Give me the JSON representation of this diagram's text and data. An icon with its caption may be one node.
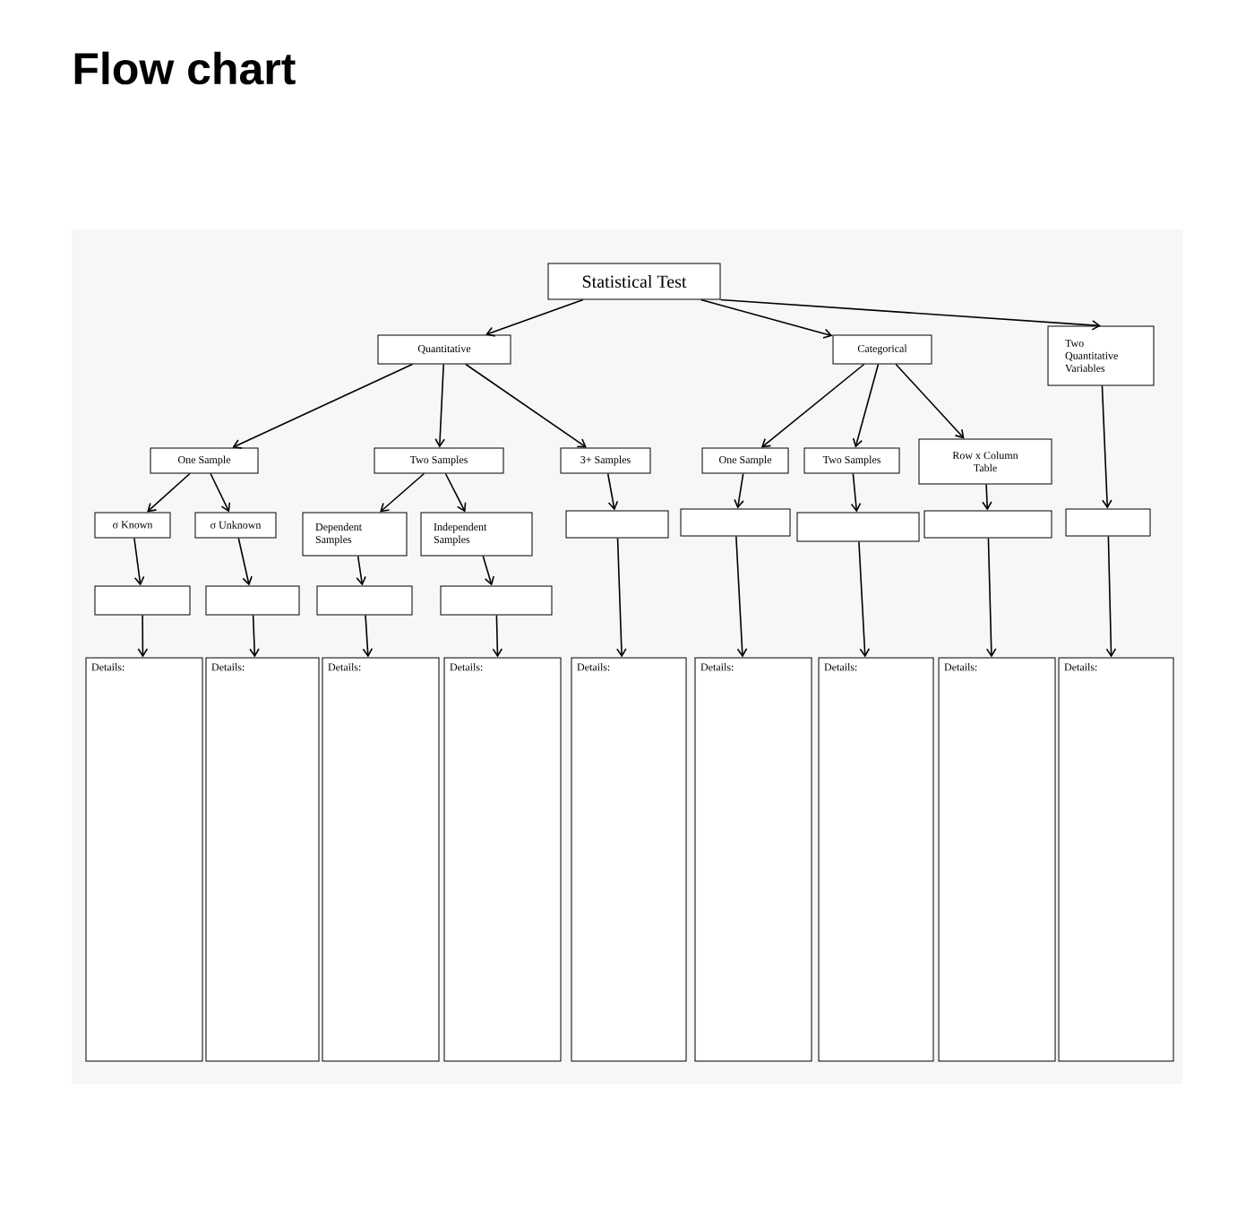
{
  "diagram": {
    "title": "Flow chart",
    "nodes": [
      {
        "text": [
          "Statistical Test"
        ]
      },
      {
        "text": [
          "Quantitative"
        ]
      },
      {
        "text": [
          "Categorical"
        ]
      },
      {
        "text": [
          "Two Quantitative Variables"
        ]
      },
      {
        "text": [
          "One Sample"
        ]
      },
      {
        "text": [
          "Two Samples"
        ]
      },
      {
        "text": [
          "3+ Samples"
        ]
      },
      {
        "text": [
          "One Sample"
        ]
      },
      {
        "text": [
          "Two Samples"
        ]
      },
      {
        "text": [
          "Row x Column Table"
        ]
      },
      {
        "text": [
          "σ Known"
        ]
      },
      {
        "text": [
          "σ Unknown"
        ]
      },
      {
        "text": [
          "Dependent Samples"
        ]
      },
      {
        "text": [
          "Independent Samples"
        ]
      },
      {
        "text": [],
        "shape": "box"
      },
      {
        "text": [],
        "shape": "box"
      },
      {
        "text": [],
        "shape": "box"
      },
      {
        "text": [],
        "shape": "box"
      },
      {
        "text": [],
        "shape": "box"
      },
      {
        "text": [],
        "shape": "box"
      },
      {
        "text": [],
        "shape": "box"
      },
      {
        "text": [],
        "shape": "box"
      },
      {
        "text": [],
        "shape": "box"
      },
      {
        "text": [
          "Details:"
        ]
      },
      {
        "text": [
          "Details:"
        ]
      },
      {
        "text": [
          "Details:"
        ]
      },
      {
        "text": [
          "Details:"
        ]
      },
      {
        "text": [
          "Details:"
        ]
      },
      {
        "text": [
          "Details:"
        ]
      },
      {
        "text": [
          "Details:"
        ]
      },
      {
        "text": [
          "Details:"
        ]
      },
      {
        "text": [
          "Details:"
        ]
      }
    ],
    "edges": [
      {
        "from": 0,
        "to": 1,
        "arrow": "to"
      },
      {
        "from": 0,
        "to": 2,
        "arrow": "to"
      },
      {
        "from": 0,
        "to": 3,
        "arrow": "to"
      },
      {
        "from": 1,
        "to": 4,
        "arrow": "to"
      },
      {
        "from": 1,
        "to": 5,
        "arrow": "to"
      },
      {
        "from": 1,
        "to": 6,
        "arrow": "to"
      },
      {
        "from": 2,
        "to": 7,
        "arrow": "to"
      },
      {
        "from": 2,
        "to": 8,
        "arrow": "to"
      },
      {
        "from": 2,
        "to": 9,
        "arrow": "to"
      },
      {
        "from": 4,
        "to": 10,
        "arrow": "to"
      },
      {
        "from": 4,
        "to": 11,
        "arrow": "to"
      },
      {
        "from": 5,
        "to": 12,
        "arrow": "to"
      },
      {
        "from": 5,
        "to": 13,
        "arrow": "to"
      },
      {
        "from": 6,
        "to": 14,
        "arrow": "to"
      },
      {
        "from": 7,
        "to": 15,
        "arrow": "to"
      },
      {
        "from": 8,
        "to": 16,
        "arrow": "to"
      },
      {
        "from": 9,
        "to": 17,
        "arrow": "to"
      },
      {
        "from": 3,
        "to": 18,
        "arrow": "to"
      },
      {
        "from": 10,
        "to": 19,
        "arrow": "to"
      },
      {
        "from": 11,
        "to": 20,
        "arrow": "to"
      },
      {
        "from": 12,
        "to": 21,
        "arrow": "to"
      },
      {
        "from": 13,
        "to": 22,
        "arrow": "to"
      },
      {
        "from": 19,
        "to": 23,
        "arrow": "to"
      },
      {
        "from": 20,
        "to": 24,
        "arrow": "to"
      },
      {
        "from": 21,
        "to": 25,
        "arrow": "to"
      },
      {
        "from": 22,
        "to": 26,
        "arrow": "to"
      },
      {
        "from": 14,
        "to": 27,
        "arrow": "to"
      },
      {
        "from": 15,
        "to": 28,
        "arrow": "to"
      },
      {
        "from": 16,
        "to": 29,
        "arrow": "to"
      },
      {
        "from": 17,
        "to": 30,
        "arrow": "to"
      },
      {
        "from": 18,
        "to": 31,
        "arrow": "to"
      }
    ]
  }
}
